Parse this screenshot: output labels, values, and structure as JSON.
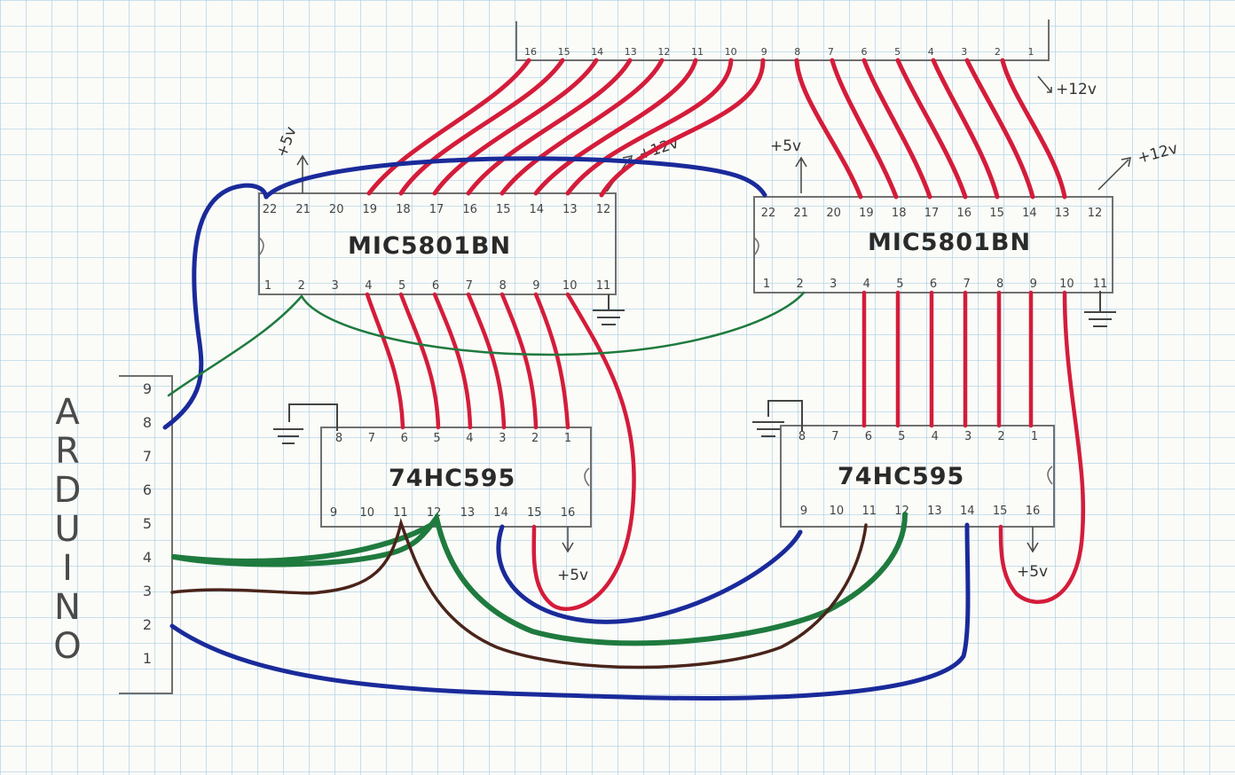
{
  "header": {
    "pins": [
      "16",
      "15",
      "14",
      "13",
      "12",
      "11",
      "10",
      "9",
      "8",
      "7",
      "6",
      "5",
      "4",
      "3",
      "2",
      "1"
    ],
    "supply": "+12v"
  },
  "drivers": [
    {
      "title": "MIC5801BN",
      "top_pins": [
        "22",
        "21",
        "20",
        "19",
        "18",
        "17",
        "16",
        "15",
        "14",
        "13",
        "12"
      ],
      "bottom_pins": [
        "1",
        "2",
        "3",
        "4",
        "5",
        "6",
        "7",
        "8",
        "9",
        "10",
        "11"
      ],
      "supply_5v": "+5v",
      "supply_12v": "+12v"
    },
    {
      "title": "MIC5801BN",
      "top_pins": [
        "22",
        "21",
        "20",
        "19",
        "18",
        "17",
        "16",
        "15",
        "14",
        "13",
        "12"
      ],
      "bottom_pins": [
        "1",
        "2",
        "3",
        "4",
        "5",
        "6",
        "7",
        "8",
        "9",
        "10",
        "11"
      ],
      "supply_5v": "+5v",
      "supply_12v": "+12v"
    }
  ],
  "shift_registers": [
    {
      "title": "74HC595",
      "top_pins": [
        "8",
        "7",
        "6",
        "5",
        "4",
        "3",
        "2",
        "1"
      ],
      "bottom_pins": [
        "9",
        "10",
        "11",
        "12",
        "13",
        "14",
        "15",
        "16"
      ],
      "supply_5v": "+5v"
    },
    {
      "title": "74HC595",
      "top_pins": [
        "8",
        "7",
        "6",
        "5",
        "4",
        "3",
        "2",
        "1"
      ],
      "bottom_pins": [
        "9",
        "10",
        "11",
        "12",
        "13",
        "14",
        "15",
        "16"
      ],
      "supply_5v": "+5v"
    }
  ],
  "arduino": {
    "label_letters": [
      "A",
      "R",
      "D",
      "U",
      "I",
      "N",
      "O"
    ],
    "pins": [
      "9",
      "8",
      "7",
      "6",
      "5",
      "4",
      "3",
      "2",
      "1"
    ]
  },
  "colors": {
    "grid": "#a9cfe6",
    "pencil": "#6f6f6f",
    "red_wire": "#d41c3a",
    "blue_wire": "#1a2a9a",
    "green_wire": "#1f7a3e",
    "brown_wire": "#4a241a"
  }
}
